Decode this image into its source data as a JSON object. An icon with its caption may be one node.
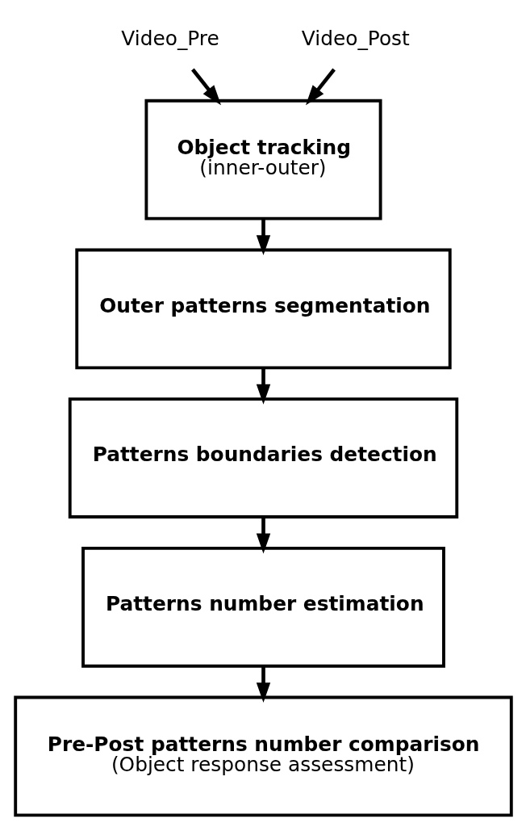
{
  "diagram": {
    "nodes": [
      {
        "text": [
          "Video_Pre"
        ]
      },
      {
        "text": [
          "Video_Post"
        ]
      },
      {
        "text": [
          "Object tracking",
          "(inner-outer)"
        ]
      },
      {
        "text": [
          "Outer patterns segmentation"
        ]
      },
      {
        "text": [
          "Patterns boundaries detection"
        ]
      },
      {
        "text": [
          "Patterns number estimation"
        ]
      },
      {
        "text": [
          "Pre-Post patterns number comparison",
          "(Object response assessment)"
        ]
      }
    ],
    "edges": [
      {
        "from": 0,
        "to": 2,
        "arrow": "to"
      },
      {
        "from": 1,
        "to": 2,
        "arrow": "to"
      },
      {
        "from": 2,
        "to": 3,
        "arrow": "to"
      },
      {
        "from": 3,
        "to": 4,
        "arrow": "to"
      },
      {
        "from": 4,
        "to": 5,
        "arrow": "to"
      },
      {
        "from": 5,
        "to": 6,
        "arrow": "to"
      }
    ]
  }
}
